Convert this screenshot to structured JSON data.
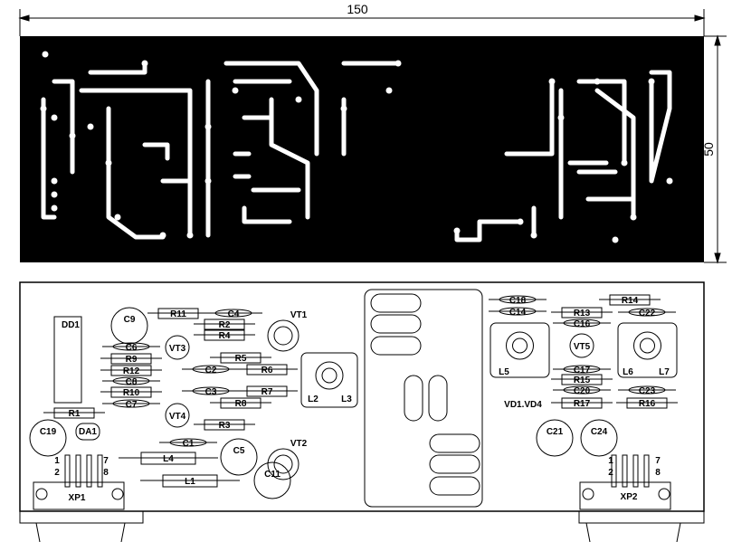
{
  "dimensions": {
    "width": "150",
    "height": "50"
  },
  "colors": {
    "copper_bg": "#000000",
    "trace": "#ffffff",
    "outline": "#000000"
  },
  "components": {
    "DD1": "DD1",
    "C9": "C9",
    "R11": "R11",
    "C4": "C4",
    "R2": "R2",
    "R4": "R4",
    "VT1": "VT1",
    "VT3": "VT3",
    "C6": "C6",
    "R9": "R9",
    "R12": "R12",
    "C8": "C8",
    "R10": "R10",
    "C7": "C7",
    "R5": "R5",
    "C2": "C2",
    "R6": "R6",
    "C3": "C3",
    "R7": "R7",
    "R8": "R8",
    "VT4": "VT4",
    "R3": "R3",
    "C1": "C1",
    "VT2": "VT2",
    "L2": "L2",
    "L3": "L3",
    "R1": "R1",
    "C19": "C19",
    "DA1": "DA1",
    "L4": "L4",
    "L1": "L1",
    "C5": "C5",
    "C11": "C11",
    "XP1": "XP1",
    "C18": "C18",
    "C14": "C14",
    "R13": "R13",
    "R14": "R14",
    "C22": "C22",
    "C16": "C16",
    "VT5": "VT5",
    "L5": "L5",
    "L6": "L6",
    "L7": "L7",
    "C17": "C17",
    "R15": "R15",
    "C20": "C20",
    "R17": "R17",
    "C23": "C23",
    "R16": "R16",
    "VD1_VD4": "VD1.VD4",
    "C21": "C21",
    "C24": "C24",
    "XP2": "XP2"
  },
  "pins": {
    "p1": "1",
    "p2": "2",
    "p7": "7",
    "p8": "8"
  }
}
